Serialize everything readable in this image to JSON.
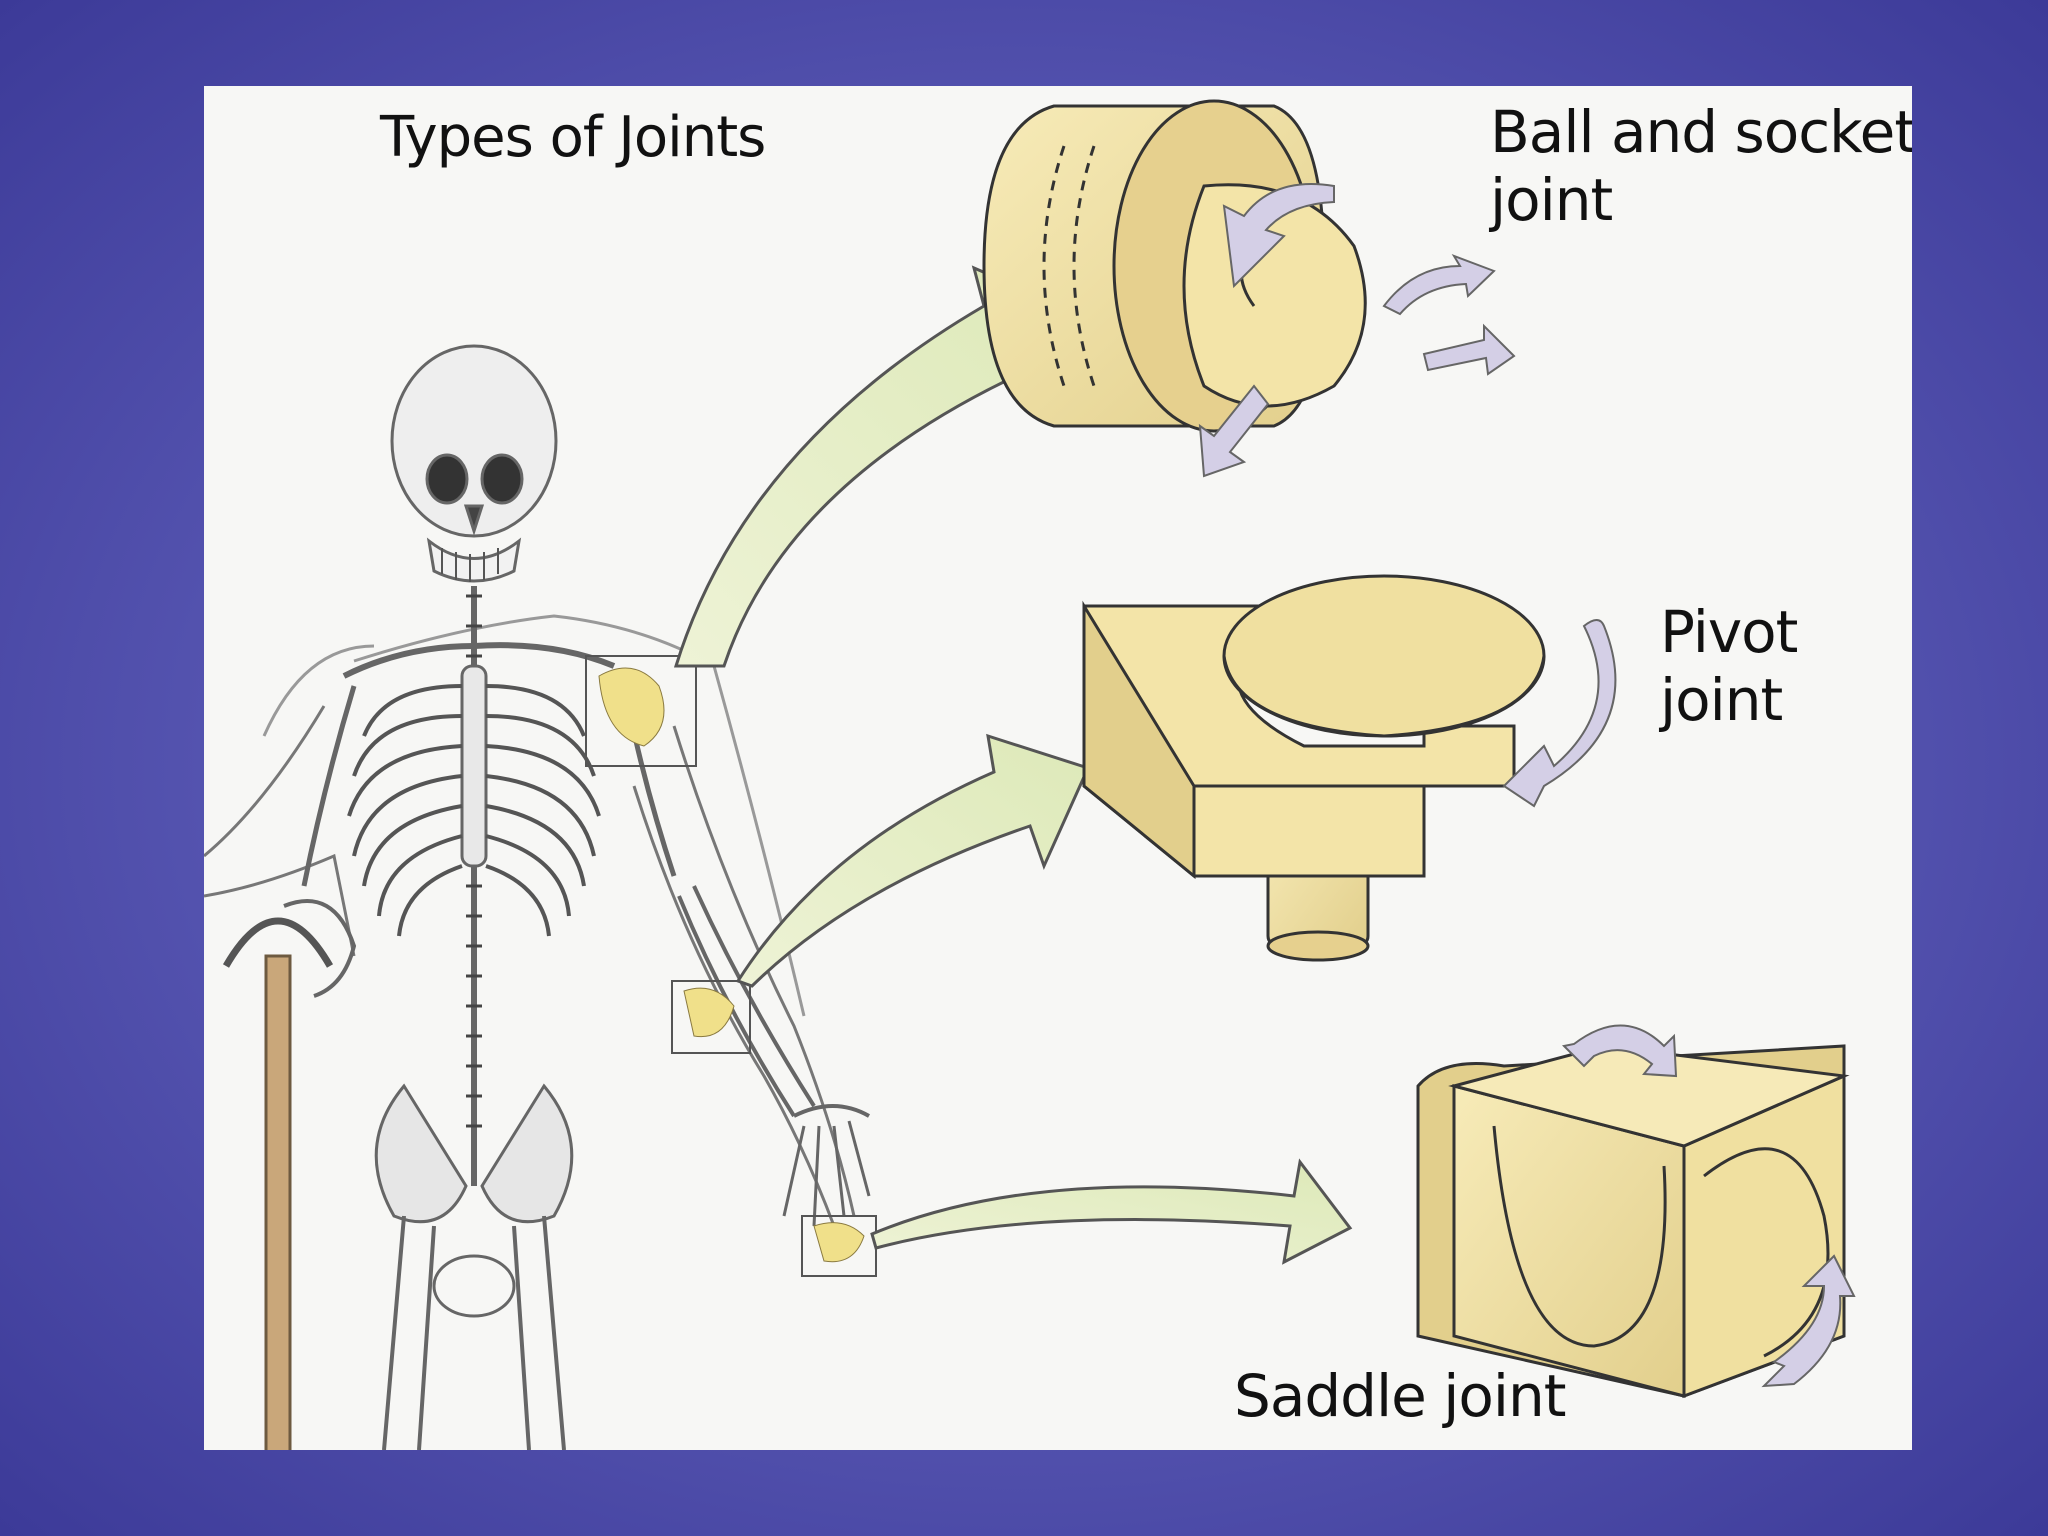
{
  "diagram": {
    "title": "Types of Joints",
    "labels": {
      "ball_and_socket_line1": "Ball and socket",
      "ball_and_socket_line2": "joint",
      "pivot_line1": "Pivot",
      "pivot_line2": "joint",
      "saddle": "Saddle joint"
    }
  },
  "colors": {
    "frame": "#3f3c9c",
    "panel": "#f7f7f5",
    "joint_model": "#f3e4a8",
    "joint_model_shadow": "#d8c27e",
    "connector_arrow": "#e8f0c8",
    "motion_arrow": "#d4cfe6",
    "highlight": "#f0e08a"
  }
}
